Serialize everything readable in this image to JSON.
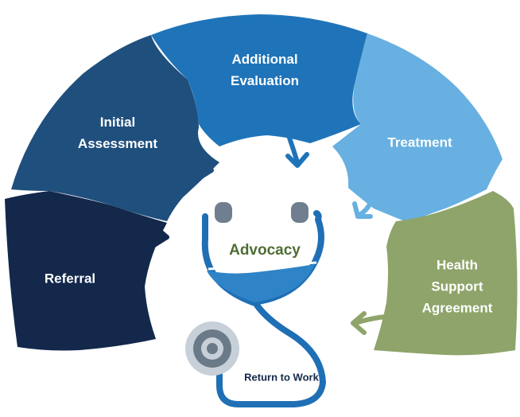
{
  "segments": [
    {
      "label": "Referral",
      "color": "#13284b"
    },
    {
      "label": "Initial\nAssessment",
      "color": "#1f4f7d"
    },
    {
      "label": "Additional\nEvaluation",
      "color": "#1f74b9"
    },
    {
      "label": "Treatment",
      "color": "#67b0e1"
    },
    {
      "label": "Health\nSupport\nAgreement",
      "color": "#8fa46a"
    }
  ],
  "center": {
    "advocacy_label": "Advocacy",
    "advocacy_color": "#4f6e36",
    "return_label": "Return to Work",
    "return_color": "#13284b"
  },
  "colors": {
    "stethoscope_outline": "#1f6fb5",
    "stethoscope_fill": "#ffffff",
    "stethoscope_band": "#2f84c7",
    "earpiece": "#6f7f8f",
    "chestpiece_outer": "#c7d0d9",
    "chestpiece_mid": "#6b7a88",
    "chestpiece_center": "#c7d0d9"
  }
}
